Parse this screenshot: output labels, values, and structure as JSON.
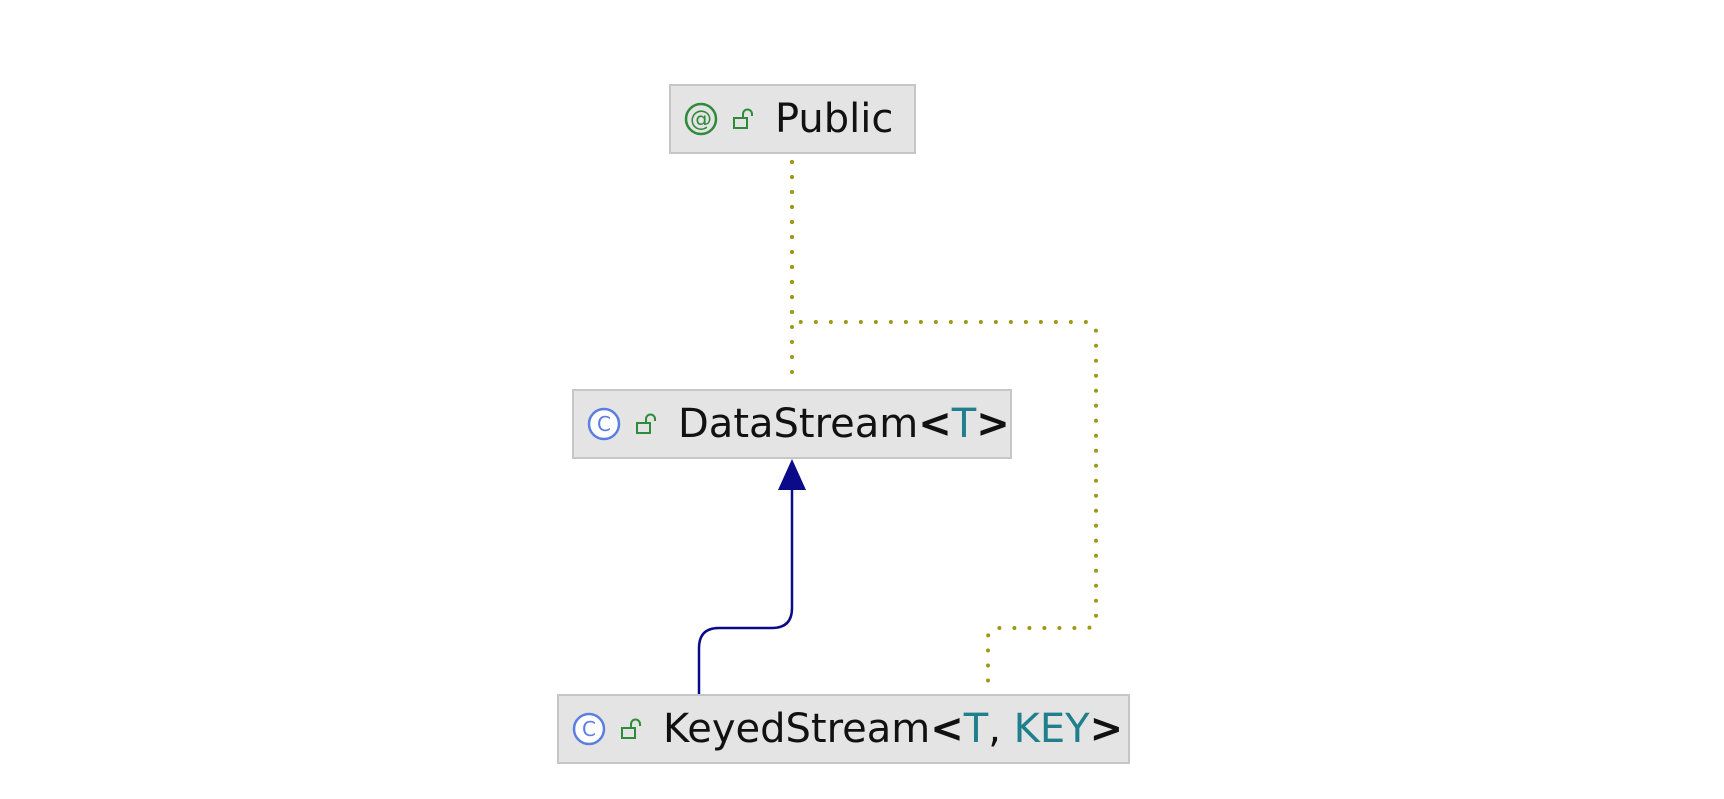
{
  "diagram": {
    "colors": {
      "background": "#ffffff",
      "node_fill": "#e4e4e4",
      "node_border": "#c6c6c6",
      "type_param": "#1f7f8c",
      "inheritance_edge": "#0b0b8a",
      "annotation_edge": "#9a9a14",
      "annotation_icon": "#2e8b3a",
      "class_icon": "#5a7fe0",
      "visibility_icon": "#2e8b3a"
    },
    "nodes": {
      "public": {
        "kind": "annotation",
        "kind_icon": "annotation-icon",
        "kind_glyph": "@",
        "visibility_icon": "unlocked-public-icon",
        "name": "Public",
        "type_params": []
      },
      "datastream": {
        "kind": "class",
        "kind_icon": "class-icon",
        "kind_glyph": "C",
        "visibility_icon": "unlocked-public-icon",
        "name": "DataStream",
        "open": "<",
        "close": ">",
        "type_params": [
          "T"
        ]
      },
      "keyedstream": {
        "kind": "class",
        "kind_icon": "class-icon",
        "kind_glyph": "C",
        "visibility_icon": "unlocked-public-icon",
        "name": "KeyedStream",
        "open": "<",
        "separator": ", ",
        "close": ">",
        "type_params": [
          "T",
          "KEY"
        ]
      }
    },
    "edges": [
      {
        "from": "keyedstream",
        "to": "datastream",
        "kind": "extends",
        "style": "solid-arrow"
      },
      {
        "from": "datastream",
        "to": "public",
        "kind": "annotated-with",
        "style": "dotted"
      },
      {
        "from": "keyedstream",
        "to": "public",
        "kind": "annotated-with",
        "style": "dotted"
      }
    ]
  }
}
